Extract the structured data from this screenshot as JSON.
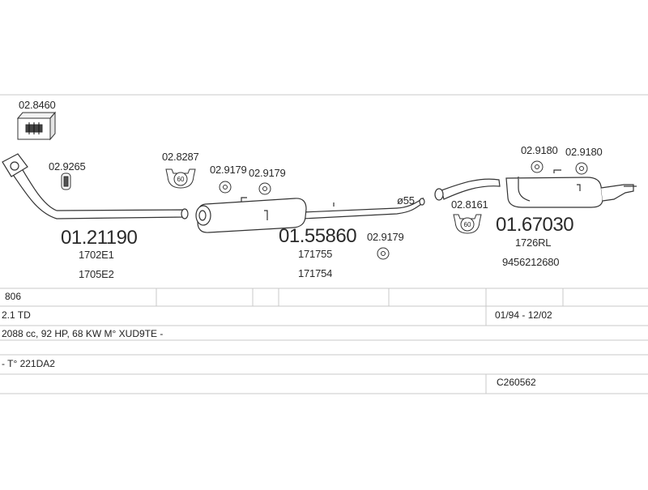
{
  "diagram": {
    "parts": {
      "mount_box": "02.8460",
      "clamp_front": "02.9265",
      "clamp_a": "02.8287",
      "hanger_a": "02.9179",
      "hanger_b": "02.9179",
      "hanger_c": "02.9179",
      "clamp_rear": "02.8161",
      "hanger_d": "02.9180",
      "hanger_e": "02.9180",
      "pipe_diameter": "ø55",
      "clamp_a_size": "60",
      "clamp_rear_size": "60"
    },
    "front_pipe": {
      "number": "01.21190",
      "refs": [
        "1702E1",
        "1705E2"
      ]
    },
    "mid_silencer": {
      "number": "01.55860",
      "refs": [
        "171755",
        "171754"
      ]
    },
    "rear_silencer": {
      "number": "01.67030",
      "refs": [
        "1726RL",
        "9456212680"
      ]
    }
  },
  "table": {
    "model": "806",
    "engine": "2.1 TD",
    "dates": "01/94 - 12/02",
    "spec": "2088 cc, 92 HP, 68 KW M° XUD9TE -",
    "type": "- T° 221DA2",
    "code": "C260562"
  }
}
